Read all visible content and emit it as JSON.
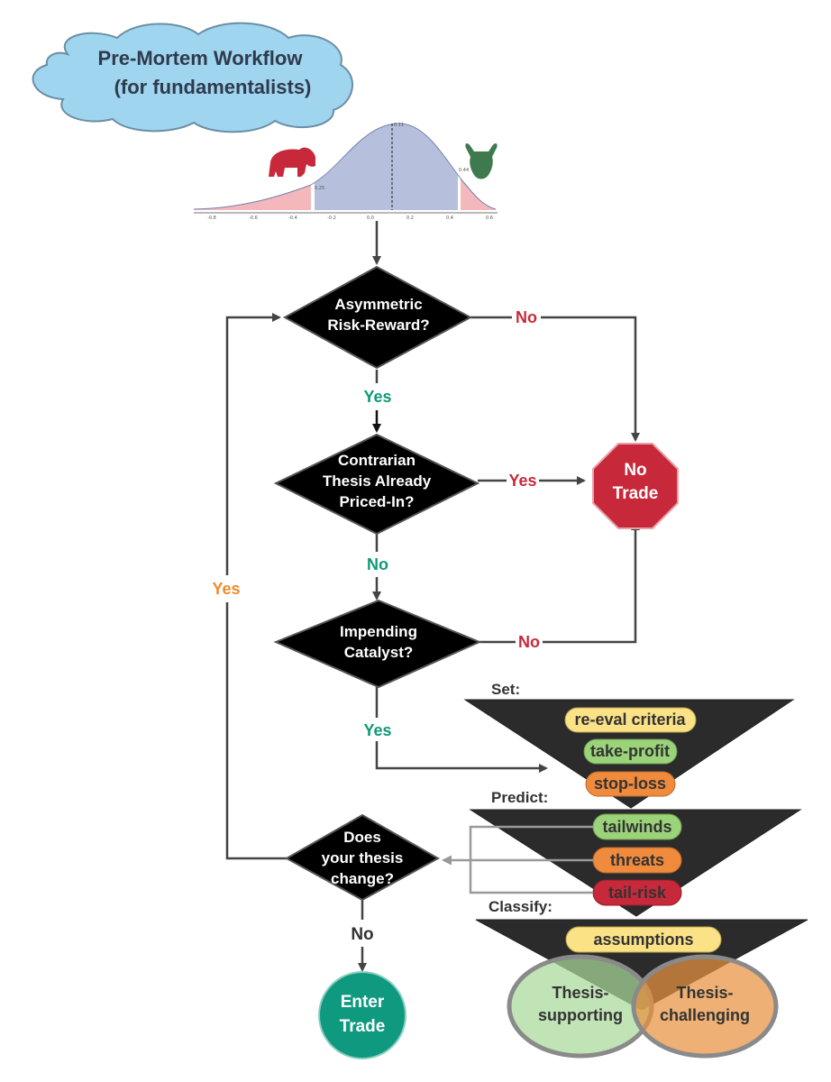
{
  "title": {
    "line1": "Pre-Mortem Workflow",
    "line2": "(for fundamentalists)"
  },
  "distribution": {
    "tick_labels": [
      "-0.8",
      "-0.6",
      "-0.4",
      "-0.2",
      "0.0",
      "0.2",
      "0.4",
      "0.6"
    ],
    "left_marker": "0.25",
    "peak_marker": "0.11",
    "right_marker": "0.44",
    "bear_icon": "bear-icon",
    "bull_icon": "bull-icon"
  },
  "decisions": {
    "asymmetric": [
      "Asymmetric",
      "Risk-Reward?"
    ],
    "contrarian": [
      "Contrarian",
      "Thesis Already",
      "Priced-In?"
    ],
    "catalyst": [
      "Impending",
      "Catalyst?"
    ],
    "thesis_change": [
      "Does",
      "your thesis",
      "change?"
    ]
  },
  "edges": {
    "asym_no": "No",
    "asym_yes": "Yes",
    "contra_yes": "Yes",
    "contra_no": "No",
    "cat_no": "No",
    "cat_yes": "Yes",
    "change_yes": "Yes",
    "change_no": "No"
  },
  "terminals": {
    "no_trade": [
      "No",
      "Trade"
    ],
    "enter_trade": [
      "Enter",
      "Trade"
    ]
  },
  "funnels": {
    "set": {
      "heading": "Set:",
      "items": [
        "re-eval criteria",
        "take-profit",
        "stop-loss"
      ]
    },
    "predict": {
      "heading": "Predict:",
      "items": [
        "tailwinds",
        "threats",
        "tail-risk"
      ]
    },
    "classify": {
      "heading": "Classify:",
      "items": [
        "assumptions"
      ]
    }
  },
  "venn": {
    "left": [
      "Thesis-",
      "supporting"
    ],
    "right": [
      "Thesis-",
      "challenging"
    ]
  },
  "colors": {
    "green_text": "#0f9977",
    "red_text": "#c8293a",
    "orange_text": "#f08a2c",
    "stop_sign": "#c8293a",
    "enter_circle": "#0f9a80",
    "cloud": "#9fd5ee",
    "pill_yellow": "#fbe286",
    "pill_green": "#9bd37a",
    "pill_orange": "#f08a3c",
    "pill_red": "#c8293a",
    "funnel": "#2b2b2b"
  }
}
